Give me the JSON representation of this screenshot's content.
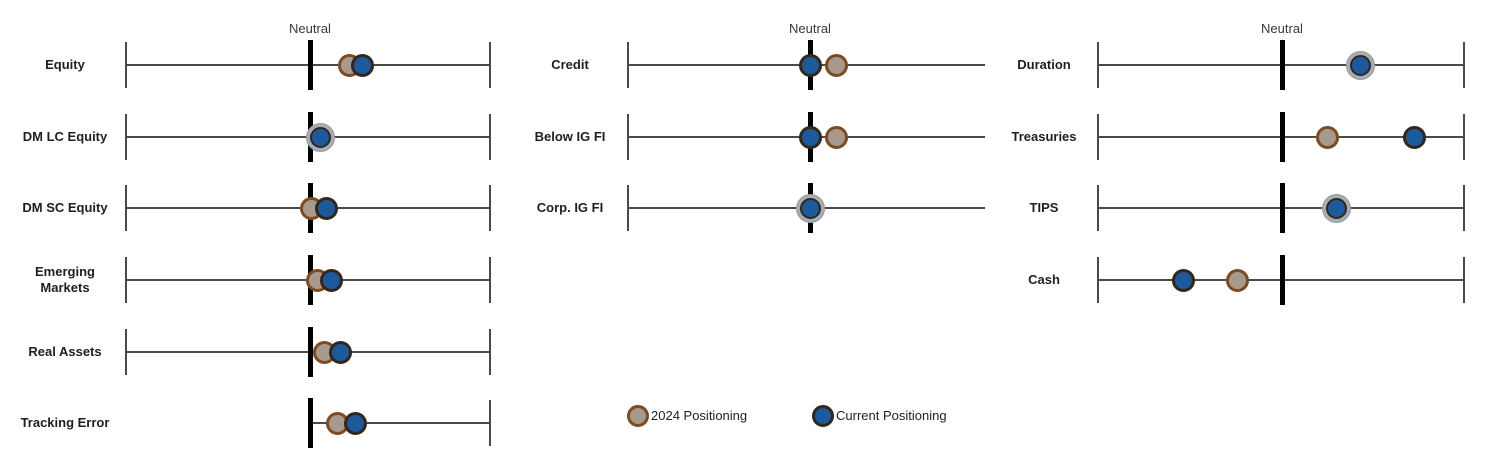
{
  "chart_data": {
    "type": "scatter",
    "title": "",
    "description": "Asset-class positioning vs. neutral; each row is a horizontal scale with a bold Neutral tick, a tan dot for 2024 positioning and a blue dot for current positioning",
    "neutral_label": "Neutral",
    "scale": {
      "min": -1,
      "neutral": 0,
      "max": 1,
      "note": "-1 = far left of scale (max underweight), 0 = Neutral tick, +1 = far right of scale (max overweight); values estimated from dot pixel positions"
    },
    "groups": [
      {
        "name": "equity-group",
        "rows": [
          {
            "label": "Equity",
            "pos_2024": 0.22,
            "pos_current": 0.29
          },
          {
            "label": "DM LC Equity",
            "pos_2024": 0.06,
            "pos_current": 0.06
          },
          {
            "label": "DM SC Equity",
            "pos_2024": 0.01,
            "pos_current": 0.09
          },
          {
            "label": "Emerging Markets",
            "pos_2024": 0.04,
            "pos_current": 0.12
          },
          {
            "label": "Real Assets",
            "pos_2024": 0.08,
            "pos_current": 0.17
          },
          {
            "label": "Tracking Error",
            "pos_2024": 0.15,
            "pos_current": 0.25,
            "line_from_neutral": true
          }
        ]
      },
      {
        "name": "credit-group",
        "rows": [
          {
            "label": "Credit",
            "pos_2024": 0.15,
            "pos_current": 0.0
          },
          {
            "label": "Below IG FI",
            "pos_2024": 0.15,
            "pos_current": 0.0
          },
          {
            "label": "Corp. IG FI",
            "pos_2024": 0.0,
            "pos_current": 0.0
          }
        ]
      },
      {
        "name": "rates-group",
        "rows": [
          {
            "label": "Duration",
            "pos_2024": 0.43,
            "pos_current": 0.43
          },
          {
            "label": "Treasuries",
            "pos_2024": 0.25,
            "pos_current": 0.73
          },
          {
            "label": "TIPS",
            "pos_2024": 0.3,
            "pos_current": 0.3
          },
          {
            "label": "Cash",
            "pos_2024": -0.24,
            "pos_current": -0.53
          }
        ]
      }
    ],
    "legend_position": "bottom-center"
  },
  "legend": {
    "items": [
      {
        "key": "2024",
        "label": "2024 Positioning"
      },
      {
        "key": "current",
        "label": "Current Positioning"
      }
    ]
  },
  "colors": {
    "pos2024_fill": "#a79a8c",
    "pos2024_border": "#7b4b24",
    "current_fill": "#1c5a9c",
    "current_border": "#33261a",
    "stacked_halo": "#a7adb3",
    "line": "#4a4a4a",
    "neutral_tick": "#000000",
    "text": "#1f1f1f"
  }
}
